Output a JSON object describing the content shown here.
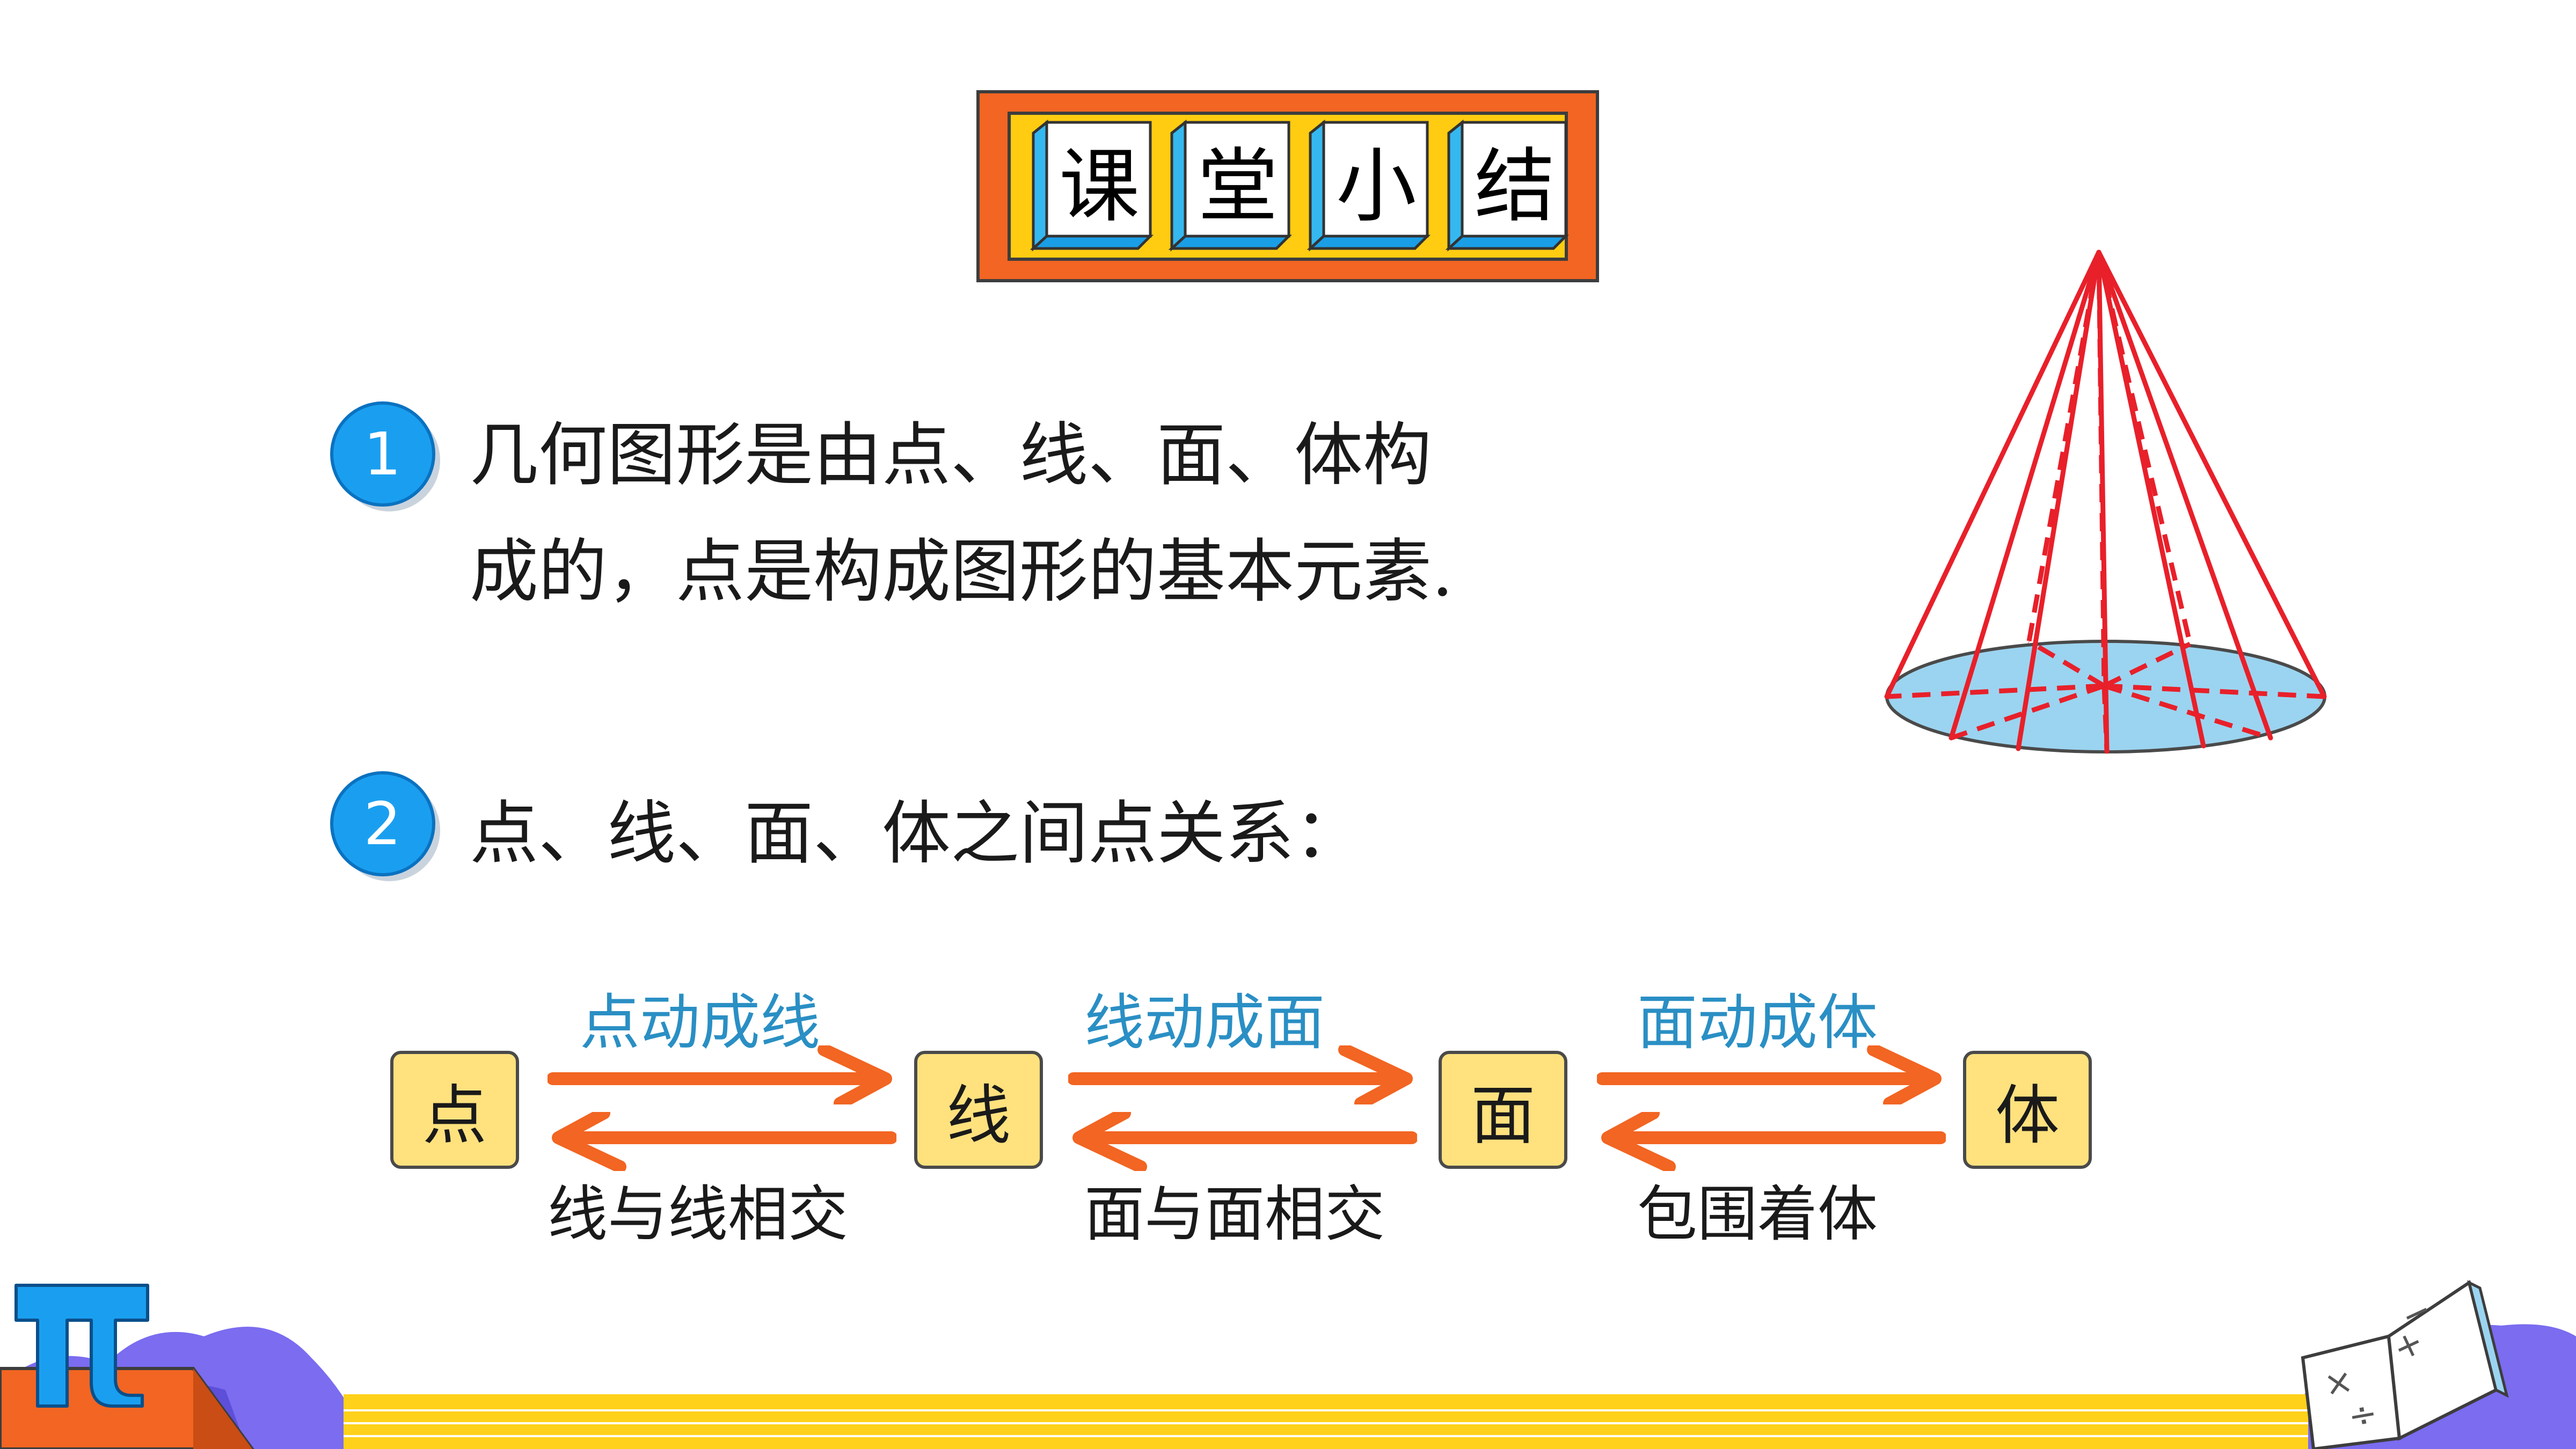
{
  "title": {
    "chars": [
      "课",
      "堂",
      "小",
      "结"
    ]
  },
  "items": [
    {
      "number": "1",
      "lines": [
        "几何图形是由点、线、面、体构",
        "成的，点是构成图形的基本元素."
      ]
    },
    {
      "number": "2",
      "lines": [
        "点、线、面、体之间点关系："
      ]
    }
  ],
  "flow": {
    "nodes": [
      "点",
      "线",
      "面",
      "体"
    ],
    "forward_labels": [
      "点动成线",
      "线动成面",
      "面动成体"
    ],
    "backward_labels": [
      "线与线相交",
      "面与面相交",
      "包围着体"
    ]
  },
  "decor": {
    "pi_symbol": "π",
    "book_symbols": [
      "×",
      "÷",
      "+",
      "−"
    ]
  },
  "colors": {
    "banner_outer": "#f26522",
    "banner_inner": "#ffcc11",
    "badge_blue": "#1a9ff0",
    "arrow_orange": "#f26522",
    "label_blue": "#2a8fc4",
    "node_fill": "#ffe17e",
    "cone_red": "#e8202a",
    "cone_base": "#9bd4f0"
  }
}
